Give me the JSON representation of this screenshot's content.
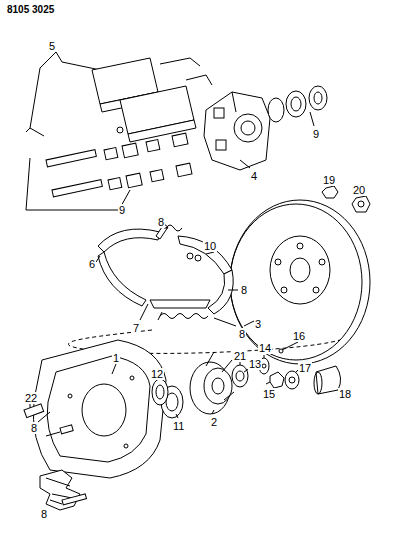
{
  "diagram": {
    "labels": [
      "8105 3025",
      "5",
      "9",
      "4",
      "9",
      "19",
      "20",
      "8",
      "10",
      "6",
      "8",
      "3",
      "7",
      "8",
      "16",
      "21",
      "14",
      "1",
      "12",
      "13",
      "15",
      "17",
      "18",
      "22",
      "11",
      "2",
      "8",
      "8"
    ]
  }
}
